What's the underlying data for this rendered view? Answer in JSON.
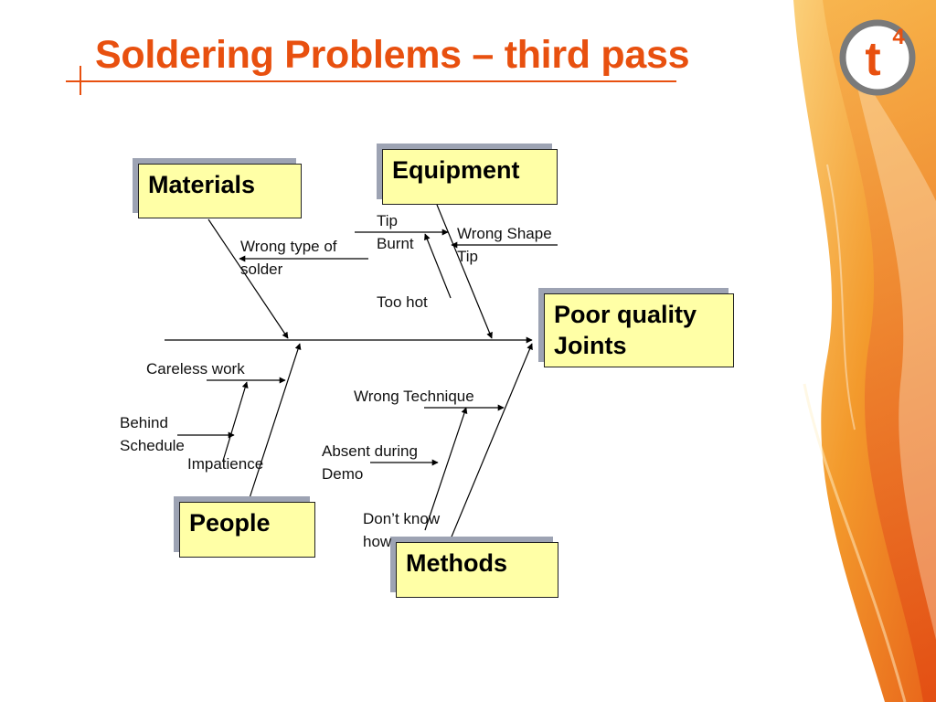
{
  "slide": {
    "title": "Soldering Problems – third pass",
    "accent_color": "#e8500f",
    "logo": {
      "letter": "t",
      "superscript": "4",
      "color": "#e8500f"
    }
  },
  "diagram": {
    "effect": {
      "line1": "Poor quality",
      "line2": "Joints"
    },
    "categories": {
      "materials": "Materials",
      "equipment": "Equipment",
      "people": "People",
      "methods": "Methods"
    },
    "causes": {
      "wrong_type_solder": {
        "line1": "Wrong type of",
        "line2": "solder"
      },
      "tip_burnt": {
        "line1": "Tip",
        "line2": "Burnt"
      },
      "wrong_shape_tip": {
        "line1": "Wrong Shape",
        "line2": "Tip"
      },
      "too_hot": "Too hot",
      "careless_work": "Careless work",
      "behind_schedule": {
        "line1": "Behind",
        "line2": "Schedule"
      },
      "impatience": "Impatience",
      "wrong_technique": "Wrong Technique",
      "absent_demo": {
        "line1": "Absent during",
        "line2": "Demo"
      },
      "dont_know_how": {
        "line1": "Don’t know",
        "line2": "how"
      }
    }
  }
}
